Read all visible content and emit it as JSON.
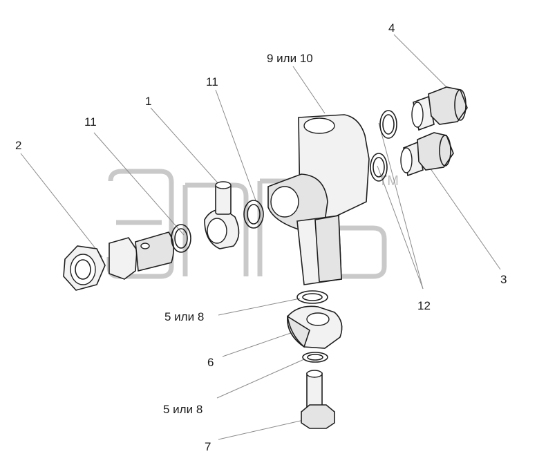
{
  "watermark": {
    "tm": "TM"
  },
  "callouts": {
    "c1": "1",
    "c2": "2",
    "c3": "3",
    "c4": "4",
    "c5a": "5 или 8",
    "c5b": "5 или 8",
    "c6": "6",
    "c7": "7",
    "c9": "9 или 10",
    "c11a": "11",
    "c11b": "11",
    "c12": "12"
  }
}
